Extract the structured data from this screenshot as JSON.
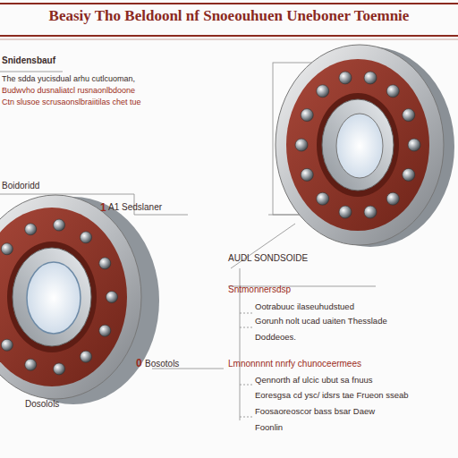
{
  "diagram": {
    "title": "Beasiy Tho Beldoonl nf Snoeouhuen Uneboner Toemnie",
    "labels": [
      "Snidensbauf",
      "The sdda yucisdual arhu cutlcuoman,",
      "Budwvho dusnaliatcl rusnaonlbdoone",
      "Ctn slusoe scrusaonslbraiitilas chet tue",
      "Boidoridd",
      "1",
      "A1 Sedslaner",
      "AUDL SONDSOIDE",
      "Sntmonnersdsp",
      "Ootrabuuc ilaseuhudstued",
      "Gorunh nolt ucad uaiten Thesslade",
      "Doddeoes.",
      "0",
      "Bosotols",
      "Lmnonnnnt nnrfy chunoceermees",
      "Qennorth af ulcic ubut sa fnuus",
      "Eoresgsa cd ysc/ idsrs tae Frueon sseab",
      "Foosaoreoscor bass bsar Daew",
      "Foonlin",
      "Dosolols"
    ]
  }
}
